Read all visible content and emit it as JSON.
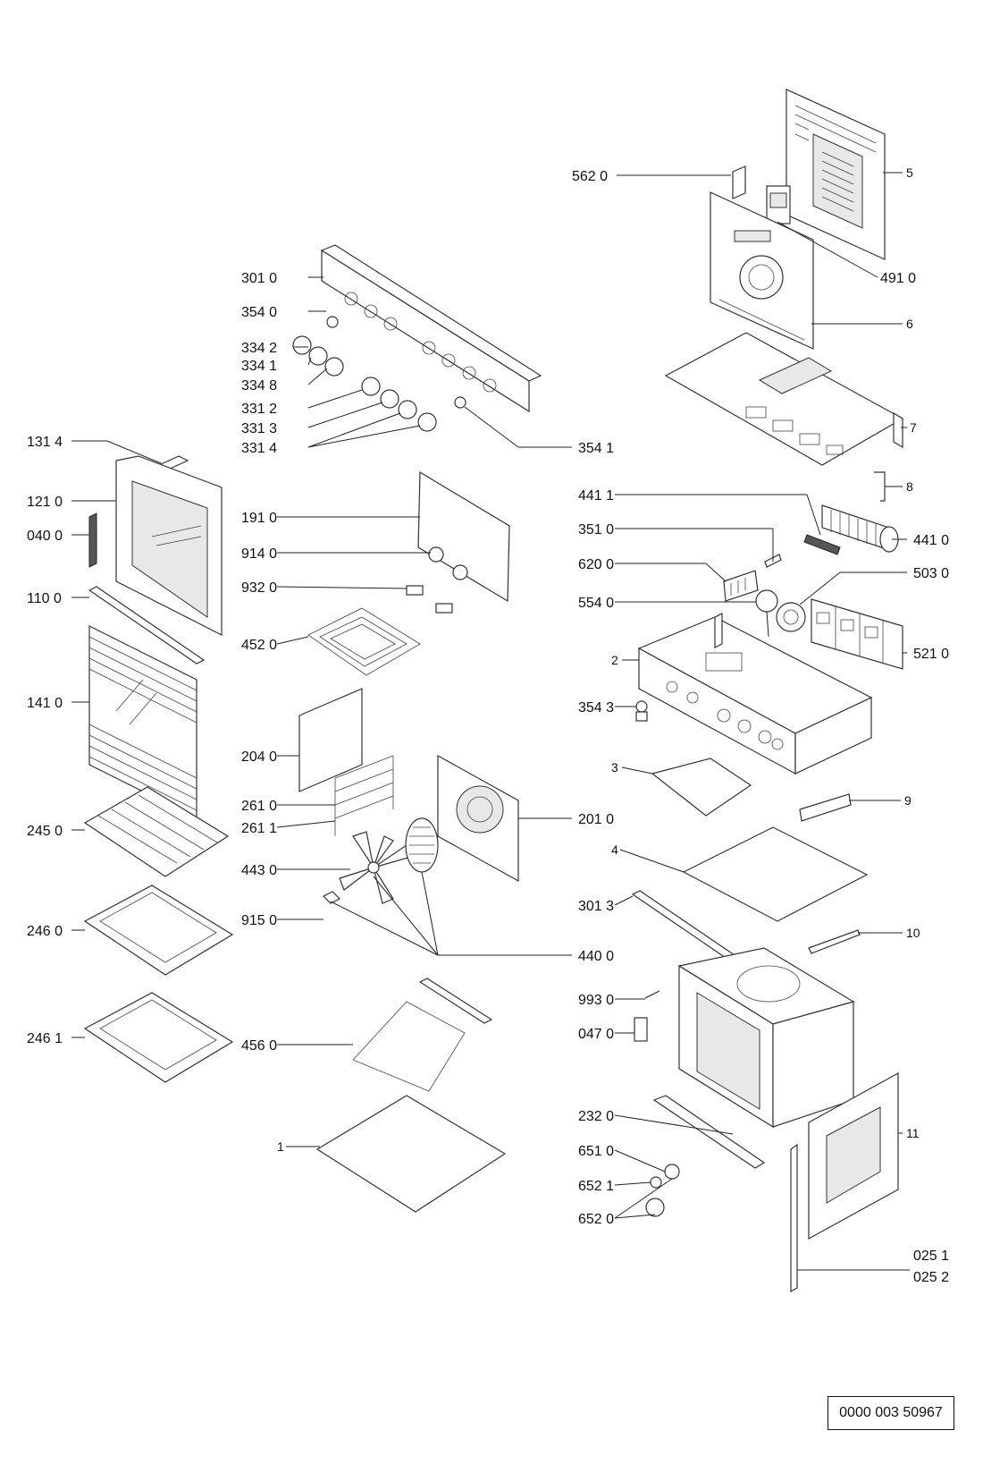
{
  "labels": {
    "l5620": "562 0",
    "l5": "5",
    "l4910": "491 0",
    "l6": "6",
    "l7": "7",
    "l8": "8",
    "l3010": "301 0",
    "l3540": "354 0",
    "l3342": "334 2",
    "l3341": "334 1",
    "l3348": "334 8",
    "l3312": "331 2",
    "l3313": "331 3",
    "l3314": "331 4",
    "l3541": "354 1",
    "l1314": "131 4",
    "l1210": "121 0",
    "l0400": "040 0",
    "l1100": "110 0",
    "l1410": "141 0",
    "l2450": "245 0",
    "l2460": "246 0",
    "l2461": "246 1",
    "l1910": "191 0",
    "l9140": "914 0",
    "l9320": "932 0",
    "l4520": "452 0",
    "l2040": "204 0",
    "l2610": "261 0",
    "l2611": "261 1",
    "l4430": "443 0",
    "l9150": "915 0",
    "l2010": "201 0",
    "l4400": "440 0",
    "l4560": "456 0",
    "l1": "1",
    "l4411": "441 1",
    "l4410": "441 0",
    "l3510": "351 0",
    "l6200": "620 0",
    "l5030": "503 0",
    "l5540": "554 0",
    "l5210": "521 0",
    "l2": "2",
    "l3543": "354 3",
    "l3": "3",
    "l9": "9",
    "l4": "4",
    "l3013": "301 3",
    "l10": "10",
    "l9930": "993 0",
    "l0470": "047 0",
    "l2320": "232 0",
    "l6510": "651 0",
    "l6521": "652 1",
    "l6520": "652 0",
    "l11": "11",
    "l0251": "025 1",
    "l0252": "025 2"
  },
  "doc_number": "0000 003 50967"
}
